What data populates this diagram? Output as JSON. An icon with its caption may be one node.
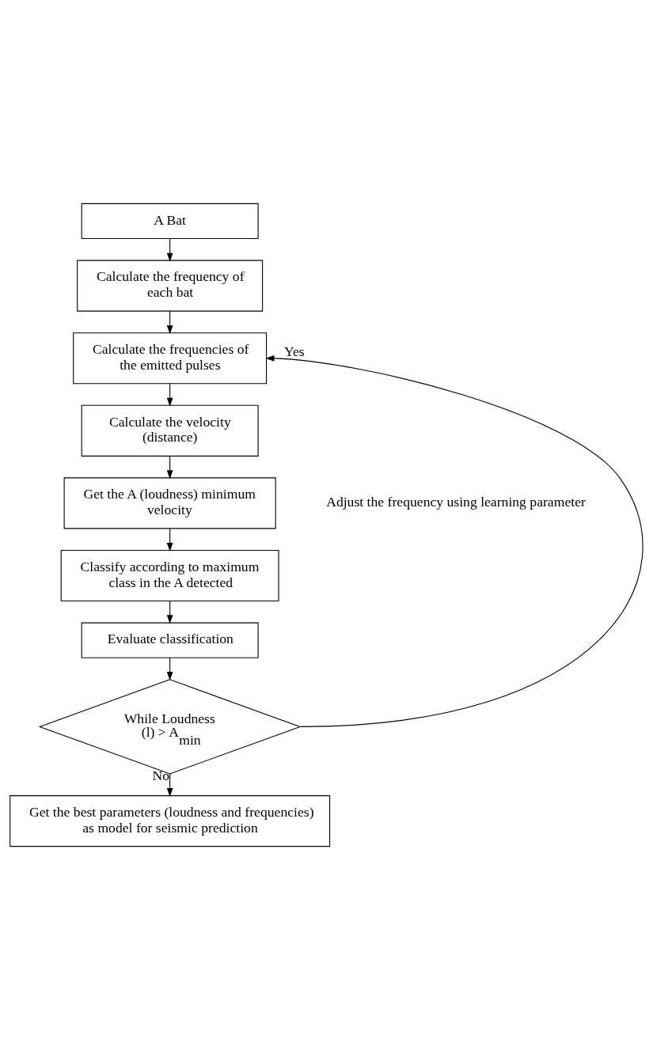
{
  "diagram": {
    "nodes": [
      {
        "text": [
          "A Bat"
        ]
      },
      {
        "text": [
          "Calculate the frequency of each bat"
        ]
      },
      {
        "text": [
          "Calculate the frequencies of the emitted pulses"
        ]
      },
      {
        "text": [
          "Calculate the velocity (distance)"
        ]
      },
      {
        "text": [
          "Get the A (loudness) minimum velocity"
        ]
      },
      {
        "text": [
          "Classify according to maximum class in the A detected"
        ]
      },
      {
        "text": [
          "Evaluate classification"
        ]
      },
      {
        "text": [
          "While Loudness (l) > A$_{min}$"
        ]
      },
      {
        "text": [
          "Get the best parameters (loudness and frequencies) as model for seismic prediction"
        ]
      }
    ],
    "edges": [
      {
        "from": 0,
        "to": 1,
        "arrow": "to"
      },
      {
        "from": 1,
        "to": 2,
        "arrow": "to"
      },
      {
        "from": 2,
        "to": 3,
        "arrow": "to"
      },
      {
        "from": 3,
        "to": 4,
        "arrow": "to"
      },
      {
        "from": 4,
        "to": 5,
        "arrow": "to"
      },
      {
        "from": 5,
        "to": 6,
        "arrow": "to"
      },
      {
        "from": 6,
        "to": 7,
        "arrow": "to"
      },
      {
        "from": 7,
        "to": 2,
        "arrow": "to",
        "label": "Yes"
      },
      {
        "from": 7,
        "to": 8,
        "arrow": "to",
        "label": "No"
      }
    ],
    "labels": [
      "Adjust the frequency using learning parameter"
    ]
  }
}
